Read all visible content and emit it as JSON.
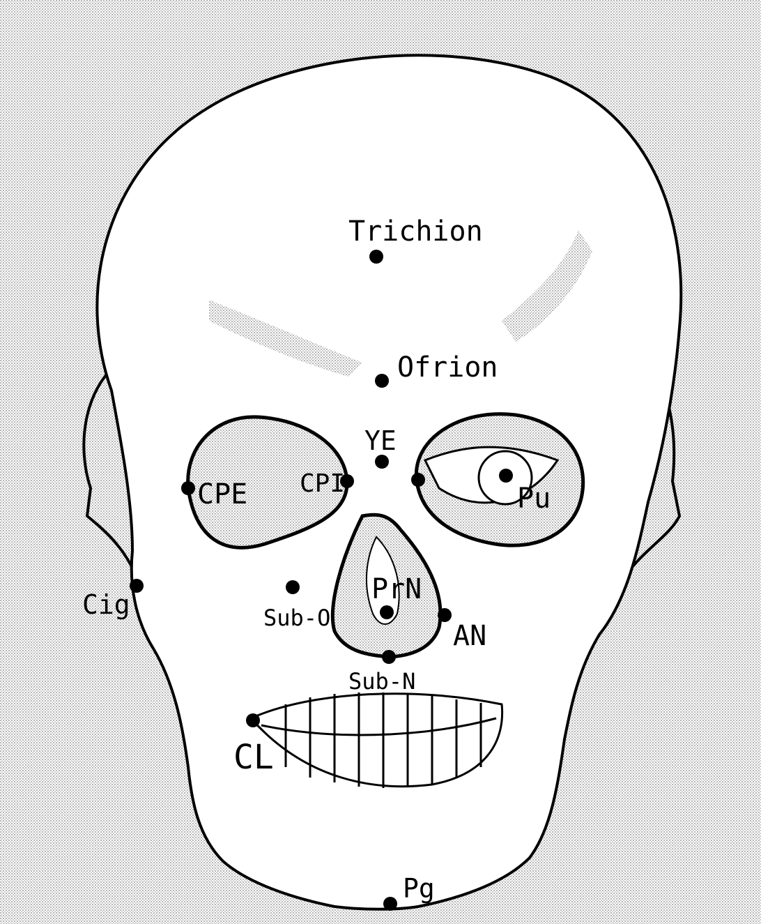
{
  "figure": {
    "colors": {
      "ink": "#000000",
      "stipple": "#b8b8b8",
      "background": "#ffffff"
    },
    "landmarks": [
      {
        "id": "trichion",
        "label": "Trichion"
      },
      {
        "id": "ofrion",
        "label": "Ofrion"
      },
      {
        "id": "ye",
        "label": "YE"
      },
      {
        "id": "cpe",
        "label": "CPE"
      },
      {
        "id": "cpi",
        "label": "CPI"
      },
      {
        "id": "pu",
        "label": "Pu"
      },
      {
        "id": "prn",
        "label": "PrN"
      },
      {
        "id": "sub-o",
        "label": "Sub-O"
      },
      {
        "id": "an",
        "label": "AN"
      },
      {
        "id": "sub-n",
        "label": "Sub-N"
      },
      {
        "id": "cig",
        "label": "Cig"
      },
      {
        "id": "cl",
        "label": "CL"
      },
      {
        "id": "pg",
        "label": "Pg"
      }
    ]
  }
}
